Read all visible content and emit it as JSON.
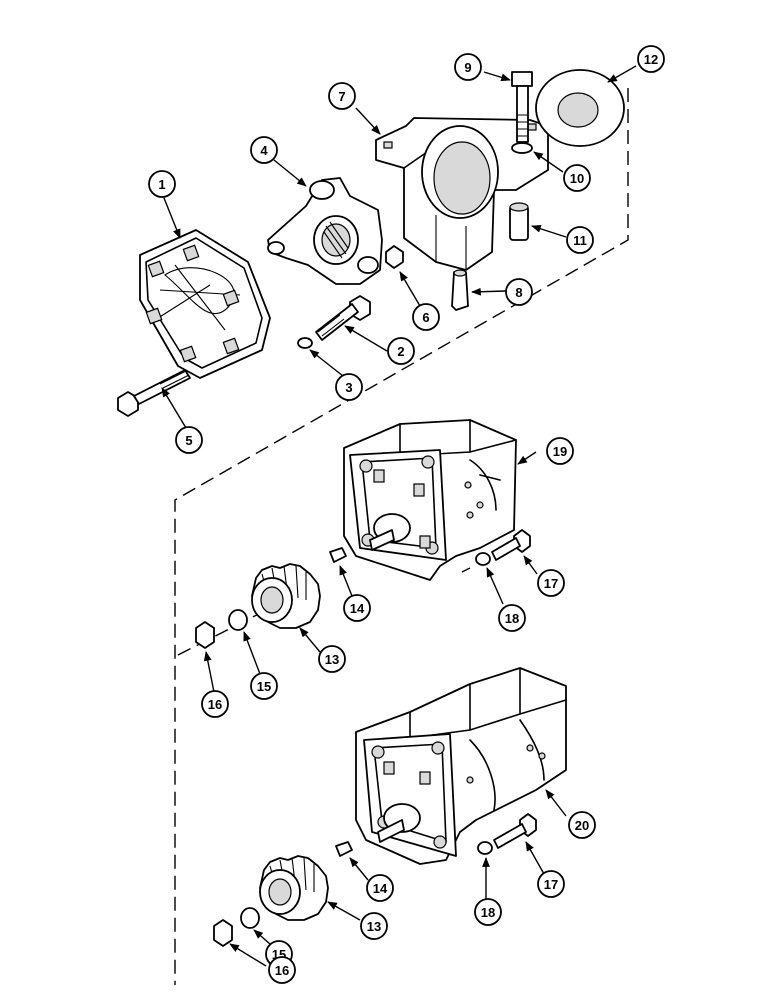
{
  "callouts": [
    "1",
    "2",
    "3",
    "4",
    "5",
    "6",
    "7",
    "8",
    "9",
    "10",
    "11",
    "12",
    "13",
    "14",
    "15",
    "16",
    "17",
    "18",
    "19",
    "20",
    "13",
    "14",
    "15",
    "16",
    "17",
    "18"
  ]
}
